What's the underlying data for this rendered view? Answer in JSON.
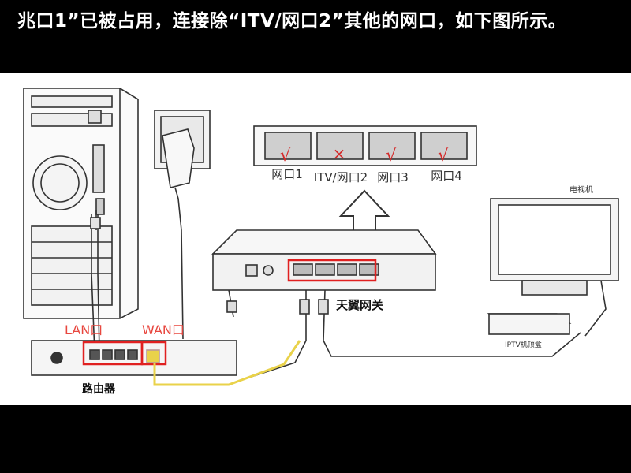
{
  "caption": {
    "text": "兆口1”已被占用，连接除“ITV/网口2”其他的网口，如下图所示。"
  },
  "switch_panel": {
    "ports": [
      {
        "label": "网口1",
        "mark": "√"
      },
      {
        "label": "ITV/网口2",
        "mark": "×"
      },
      {
        "label": "网口3",
        "mark": "√"
      },
      {
        "label": "网口4",
        "mark": "√"
      }
    ]
  },
  "labels": {
    "tv": "电视机",
    "gateway": "天翼网关",
    "iptv_box": "IPTV机顶盒",
    "lan": "LAN口",
    "wan": "WAN口",
    "router": "路由器"
  },
  "colors": {
    "highlight": "#e02020",
    "check": "#d42a2a",
    "lan_text": "#e8473f",
    "wan_text": "#e8473f",
    "cable_yellow": "#e9d24a",
    "line": "#333333"
  }
}
